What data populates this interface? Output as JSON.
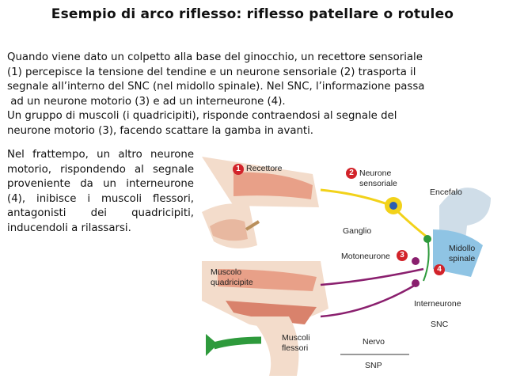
{
  "slide": {
    "title": "Esempio di arco riflesso: riflesso patellare o rotuleo",
    "intro_lines": [
      "Quando viene dato un colpetto alla base del ginocchio, un recettore sensoriale",
      "(1) percepisce la tensione del tendine e un neurone sensoriale (2) trasporta il",
      "segnale all’interno del SNC (nel midollo spinale). Nel SNC, l’informazione passa",
      " ad un neurone motorio (3) e ad un interneurone (4).",
      "Un gruppo di muscoli (i quadricipiti), risponde contraendosi al segnale del",
      "neurone motorio (3), facendo scattare la gamba in avanti."
    ],
    "side_text": "Nel frattempo, un altro neurone motorio, rispondendo al segnale proveniente da un interneurone (4), inibisce i muscoli flessori, antagonisti dei quadricipiti, inducendoli a rilassarsi."
  },
  "figure": {
    "labels": {
      "recettore": "Recettore",
      "neurone_sensoriale_1": "Neurone",
      "neurone_sensoriale_2": "sensoriale",
      "encefalo": "Encefalo",
      "ganglio": "Ganglio",
      "motoneurone": "Motoneurone",
      "midollo_1": "Midollo",
      "midollo_2": "spinale",
      "muscolo_1": "Muscolo",
      "muscolo_2": "quadricipite",
      "interneurone": "Interneurone",
      "snc": "SNC",
      "muscoli_1": "Muscoli",
      "muscoli_2": "flessori",
      "nervo": "Nervo",
      "snp": "SNP"
    },
    "markers": {
      "m1": "1",
      "m2": "2",
      "m3": "3",
      "m4": "4"
    },
    "colors": {
      "badge": "#d2232a",
      "sensory_neuron": "#f2d21a",
      "motor_neuron": "#8a1f6e",
      "interneuron": "#2e9a3c",
      "spinal_cord": "#8fc4e4",
      "muscle": "#e8a088",
      "skin": "#f3dccb"
    }
  }
}
